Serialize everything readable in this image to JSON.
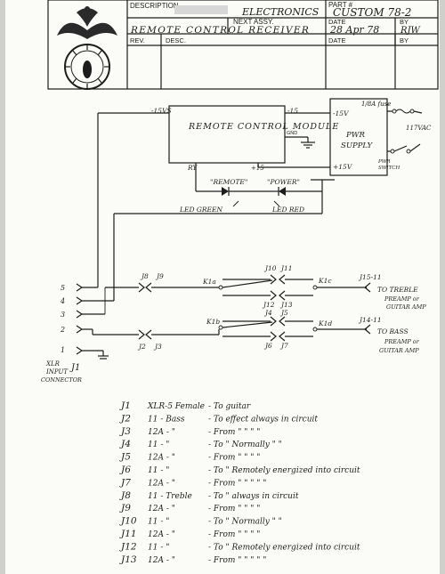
{
  "title_block": {
    "description_label": "DESCRIPTION",
    "company": "ELECTRONICS",
    "title": "REMOTE CONTROL RECEIVER",
    "next_assy_label": "NEXT ASSY.",
    "rev_label": "REV.",
    "desc_label": "DESC.",
    "part_label": "PART #",
    "part_value": "CUSTOM 78-2",
    "date_label": "DATE",
    "date_value": "28 Apr 78",
    "by_label": "BY",
    "by_value": "RJW",
    "date2_label": "DATE",
    "by2_label": "BY"
  },
  "blocks": {
    "remote_module": "REMOTE CONTROL MODULE",
    "rm_neg15": "-15VS",
    "rm_neg15_out": "-15",
    "rm_gnd": "GND",
    "rm_ry": "RY",
    "rm_plus15": "+15",
    "psu": "PWR SUPPLY",
    "psu_neg15": "-15V",
    "psu_plus15": "+15V",
    "fuse": "1/8A fuse",
    "ac": "117VAC",
    "switch": "PWR SWITCH"
  },
  "leds": {
    "remote": "\"REMOTE\"",
    "power": "\"POWER\"",
    "led_green": "LED GREEN",
    "led_red": "LED RED"
  },
  "connectors": {
    "pins": [
      "5",
      "4",
      "3",
      "2",
      "1"
    ],
    "j8": "J8",
    "j9": "J9",
    "k1a": "K1a",
    "j10": "J10",
    "j11": "J11",
    "j12": "J12",
    "j13": "J13",
    "k1c": "K1c",
    "j15": "J15-11",
    "to_treble": "TO TREBLE PREAMP or GUITAR AMP",
    "j2": "J2",
    "j3": "J3",
    "k1b": "K1b",
    "j4": "J4",
    "j5": "J5",
    "j6": "J6",
    "j7": "J7",
    "k1d": "K1d",
    "j14": "J14-11",
    "to_bass": "TO BASS PREAMP or GUITAR AMP",
    "xlr": "XLR INPUT CONNECTOR",
    "j1": "J1"
  },
  "legend": [
    {
      "j": "J1",
      "t": "XLR-5 Female",
      "rest": "- To guitar"
    },
    {
      "j": "J2",
      "t": "11 - Bass",
      "rest": "- To effect always in circuit"
    },
    {
      "j": "J3",
      "t": "12A - \"",
      "rest": "- From \" \" \" \""
    },
    {
      "j": "J4",
      "t": "11 - \"",
      "rest": "- To \" Normally \" \""
    },
    {
      "j": "J5",
      "t": "12A - \"",
      "rest": "- From \" \" \" \""
    },
    {
      "j": "J6",
      "t": "11 - \"",
      "rest": "- To \" Remotely energized into circuit"
    },
    {
      "j": "J7",
      "t": "12A - \"",
      "rest": "- From \" \" \" \" \""
    },
    {
      "j": "J8",
      "t": "11 - Treble",
      "rest": "- To \" always in circuit"
    },
    {
      "j": "J9",
      "t": "12A - \"",
      "rest": "- From \" \" \" \""
    },
    {
      "j": "J10",
      "t": "11 - \"",
      "rest": "- To \" Normally \" \""
    },
    {
      "j": "J11",
      "t": "12A - \"",
      "rest": "- From \" \" \" \""
    },
    {
      "j": "J12",
      "t": "11 - \"",
      "rest": "- To \" Remotely energized into circuit"
    },
    {
      "j": "J13",
      "t": "12A - \"",
      "rest": "- From \" \" \" \" \""
    }
  ]
}
